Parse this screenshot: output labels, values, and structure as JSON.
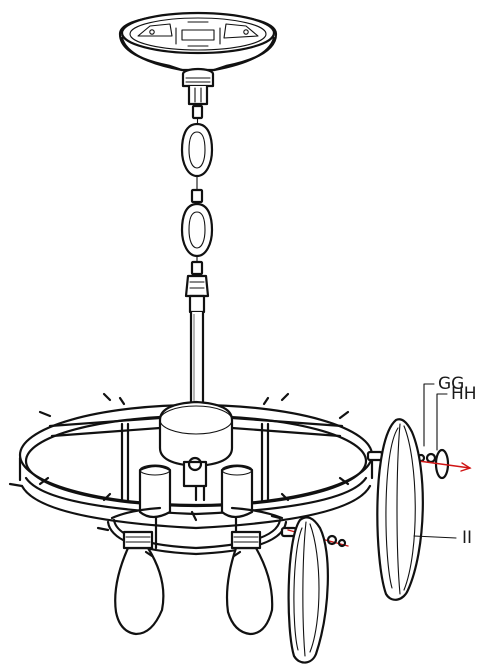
{
  "labels": {
    "gg": "GG",
    "hh": "HH",
    "ii": "II"
  },
  "colors": {
    "line": "#111111",
    "direction_arrow": "#d01414",
    "background": "#ffffff"
  }
}
